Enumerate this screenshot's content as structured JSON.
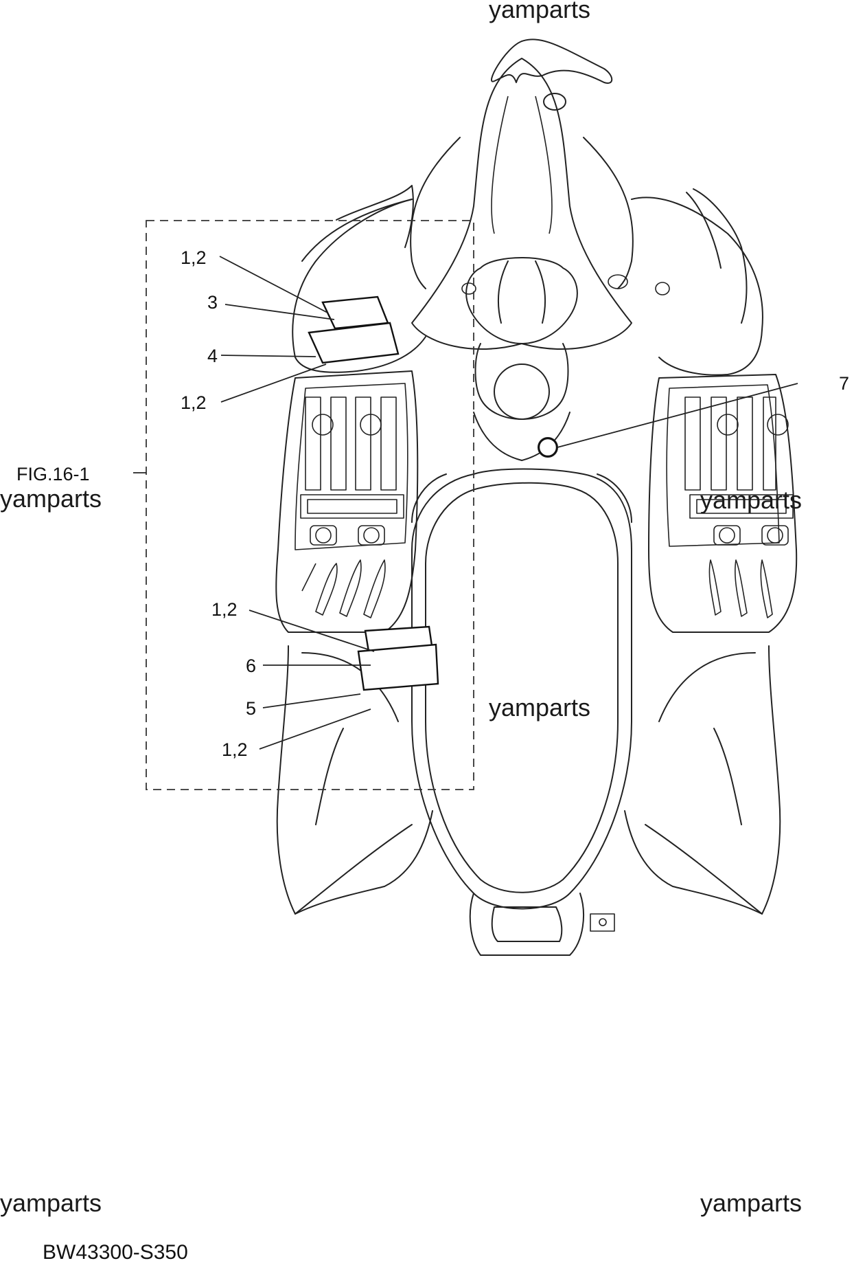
{
  "callouts": {
    "c12_top": "1,2",
    "c3": "3",
    "c4": "4",
    "c12_mid": "1,2",
    "c7": "7",
    "c12_low": "1,2",
    "c6": "6",
    "c5": "5",
    "c12_bottom": "1,2"
  },
  "figure_ref": "FIG.16-1",
  "watermarks": {
    "top": "yamparts",
    "left": "yamparts",
    "right": "yamparts",
    "center": "yamparts",
    "bottom_left": "yamparts",
    "bottom_right": "yamparts"
  },
  "part_code": "BW43300-S350"
}
